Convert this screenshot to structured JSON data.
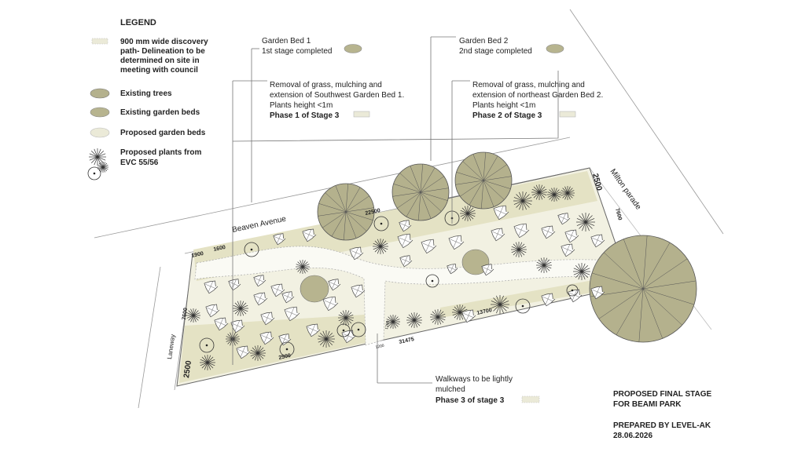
{
  "legend": {
    "title": "LEGEND",
    "path_line1": "900 mm wide discovery",
    "path_line2": "path- Delineation to be",
    "path_line3": "determined on site in",
    "path_line4": "meeting with council",
    "existing_trees": "Existing trees",
    "existing_garden_beds": "Existing garden beds",
    "proposed_garden_beds": "Proposed garden beds",
    "plants_line1": "Proposed plants from",
    "plants_line2": "EVC 55/56"
  },
  "annotations": {
    "garden_bed_1_title": "Garden Bed 1",
    "garden_bed_1_status": "1st stage completed",
    "garden_bed_2_title": "Garden Bed 2",
    "garden_bed_2_status": "2nd stage completed",
    "sw_line1": "Removal of grass, mulching and",
    "sw_line2": "extension of Southwest Garden Bed 1.",
    "sw_line3": "Plants height <1m",
    "sw_phase": "Phase 1 of Stage 3",
    "ne_line1": "Removal of grass, mulching and",
    "ne_line2": "extension of northeast Garden Bed 2.",
    "ne_line3": "Plants height <1m",
    "ne_phase": "Phase 2 of Stage 3",
    "walk_line1": "Walkways to be lightly",
    "walk_line2": "mulched",
    "walk_phase": "Phase 3 of stage 3"
  },
  "streets": {
    "beaven": "Beaven Avenue",
    "milton": "Milton parade",
    "laneway": "Laneway"
  },
  "dimensions": {
    "d1900": "1900",
    "d1600": "1600",
    "d22500": "22500",
    "d2500_top": "2500",
    "d7600_right": "7600",
    "d7600_left": "7600",
    "d2500_left": "2500",
    "d2500_bottom": "2500",
    "d1200_a": "1200",
    "d1200_b": "1200",
    "d31475": "31475",
    "d13700": "13700"
  },
  "title_block": {
    "line1": "PROPOSED FINAL STAGE",
    "line2": "FOR BEAMI PARK",
    "line3": "PREPARED BY LEVEL-AK",
    "line4": "28.06.2026"
  },
  "colors": {
    "existing_tree": "#b4b18d",
    "existing_bed": "#b7b48f",
    "proposed_bed": "#ebead8",
    "park_fill": "#f2f1e2",
    "path_fill": "#fafaf4"
  }
}
